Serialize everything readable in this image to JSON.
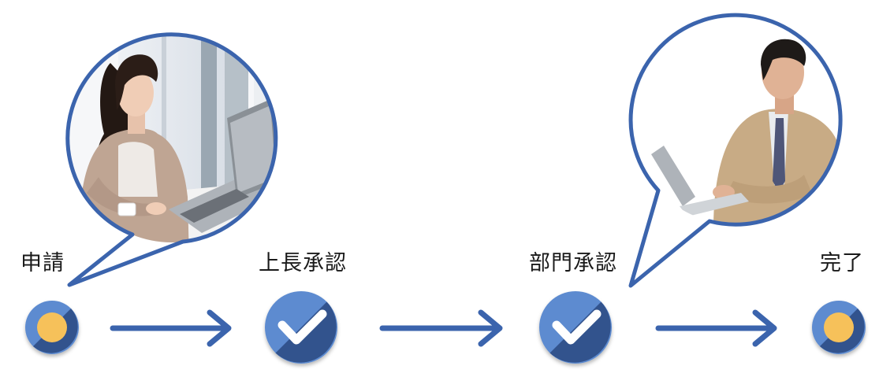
{
  "steps": [
    {
      "label": "申請",
      "status": "current"
    },
    {
      "label": "上長承認",
      "status": "done"
    },
    {
      "label": "部門承認",
      "status": "done"
    },
    {
      "label": "完了",
      "status": "pending"
    }
  ],
  "illustrations": [
    {
      "for_step": "申請",
      "subject": "woman-working-on-laptop"
    },
    {
      "for_step": "部門承認",
      "subject": "man-in-suit-working-on-laptop"
    }
  ],
  "colors": {
    "primary_blue": "#3b64ad",
    "light_blue": "#5d8bd0",
    "dark_blue": "#33538d",
    "yellow": "#f6c15a"
  }
}
